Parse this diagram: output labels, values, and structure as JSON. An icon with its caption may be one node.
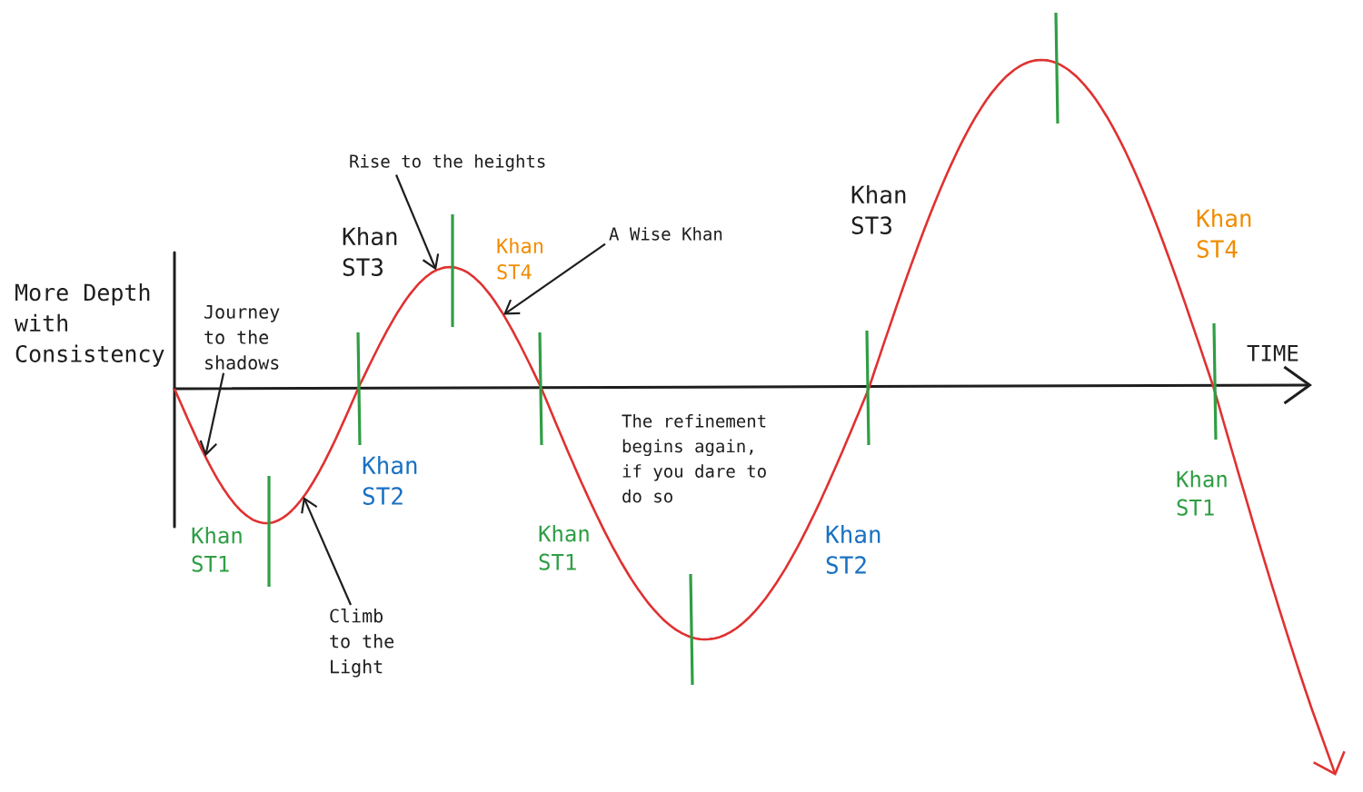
{
  "diagram": {
    "nodes": [
      {
        "text": [
          "Rise to the heights"
        ]
      },
      {
        "text": [
          "A Wise Khan"
        ]
      },
      {
        "text": [
          "Journey to the shadows"
        ]
      },
      {
        "text": [
          "Climb to the Light"
        ]
      }
    ],
    "edges": [
      {
        "from": 0,
        "to": null,
        "arrow": "to"
      },
      {
        "from": 1,
        "to": null,
        "arrow": "to"
      },
      {
        "from": 2,
        "to": null,
        "arrow": "to"
      },
      {
        "from": 3,
        "to": null,
        "arrow": "to"
      }
    ],
    "labels": [
      "Khan ST3",
      "Khan ST4",
      "Khan ST3",
      "Khan ST4",
      "More Depth with Consistency",
      "TIME",
      "Khan ST2",
      "The refinement begins again, if you dare to do so",
      "Khan ST1",
      "Khan ST1",
      "Khan ST1",
      "Khan ST2"
    ]
  }
}
